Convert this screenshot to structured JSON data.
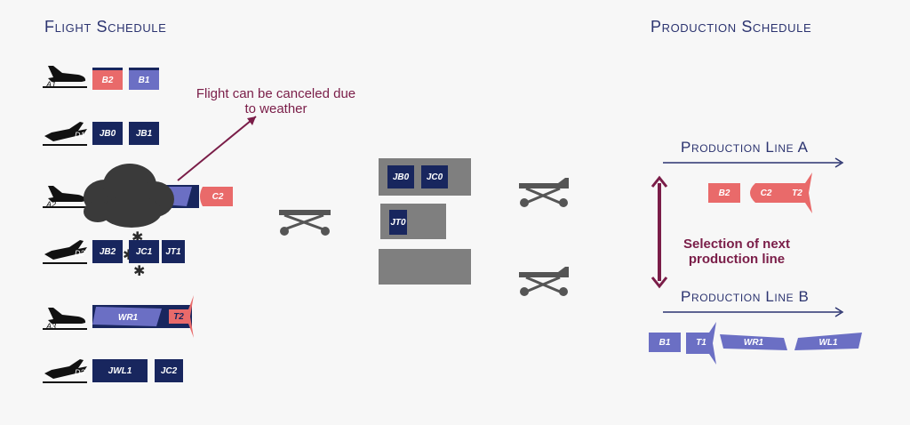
{
  "titles": {
    "left": "Flight Schedule",
    "right": "Production Schedule"
  },
  "note_weather": "Flight can be canceled due to weather",
  "note_select": "Selection of next production line",
  "line_a": "Production Line A",
  "line_b": "Production Line B",
  "planes": [
    "A1",
    "D1",
    "A2",
    "D2",
    "A3",
    "D3"
  ],
  "flight_rows": [
    {
      "boxes": [
        "B2",
        "B1"
      ]
    },
    {
      "boxes": [
        "JB0",
        "JB1"
      ]
    },
    {
      "boxes": [
        "C2"
      ]
    },
    {
      "boxes": [
        "JB2",
        "JC1",
        "JT1"
      ]
    },
    {
      "boxes": [
        "WR1",
        "T2"
      ]
    },
    {
      "boxes": [
        "JWL1",
        "JC2"
      ]
    }
  ],
  "buffer": [
    "JB0",
    "JC0",
    "JT0"
  ],
  "line_a_parts": [
    "B2",
    "C2",
    "T2"
  ],
  "line_b_parts": [
    "B1",
    "T1",
    "WR1",
    "WL1"
  ],
  "colors": {
    "navy": "#18265e",
    "red": "#e96a6a",
    "blue": "#6b6fc4",
    "maroon": "#7a1d48",
    "gray": "#7f7f7f",
    "cloud": "#3a3a3a"
  }
}
